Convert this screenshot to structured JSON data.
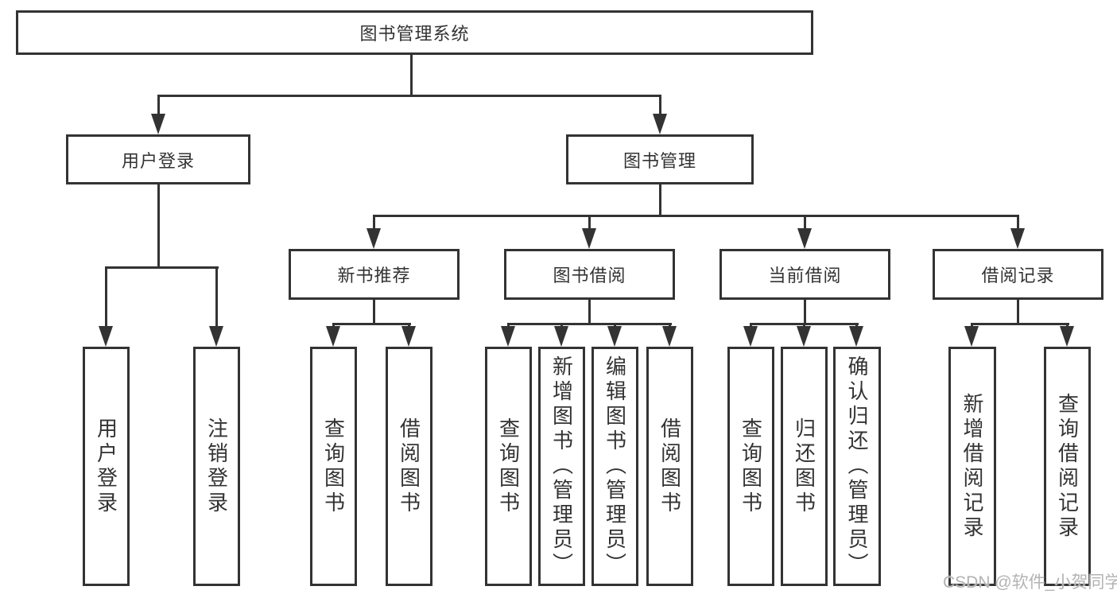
{
  "tree": {
    "label": "图书管理系统",
    "children": [
      {
        "label": "用户登录",
        "children": [
          {
            "label": "用户登录"
          },
          {
            "label": "注销登录"
          }
        ]
      },
      {
        "label": "图书管理",
        "children": [
          {
            "label": "新书推荐",
            "children": [
              {
                "label": "查询图书"
              },
              {
                "label": "借阅图书"
              }
            ]
          },
          {
            "label": "图书借阅",
            "children": [
              {
                "label": "查询图书"
              },
              {
                "label": "新增图书（管理员）"
              },
              {
                "label": "编辑图书（管理员）"
              },
              {
                "label": "借阅图书"
              }
            ]
          },
          {
            "label": "当前借阅",
            "children": [
              {
                "label": "查询图书"
              },
              {
                "label": "归还图书"
              },
              {
                "label": "确认归还（管理员）"
              }
            ]
          },
          {
            "label": "借阅记录",
            "children": [
              {
                "label": "新增借阅记录"
              },
              {
                "label": "查询借阅记录"
              }
            ]
          }
        ]
      }
    ]
  },
  "watermark": "CSDN @软件_小贺同学",
  "colors": {
    "line": "#333333",
    "text": "#333333",
    "watermark": "#b3b3b3",
    "background": "#ffffff"
  }
}
